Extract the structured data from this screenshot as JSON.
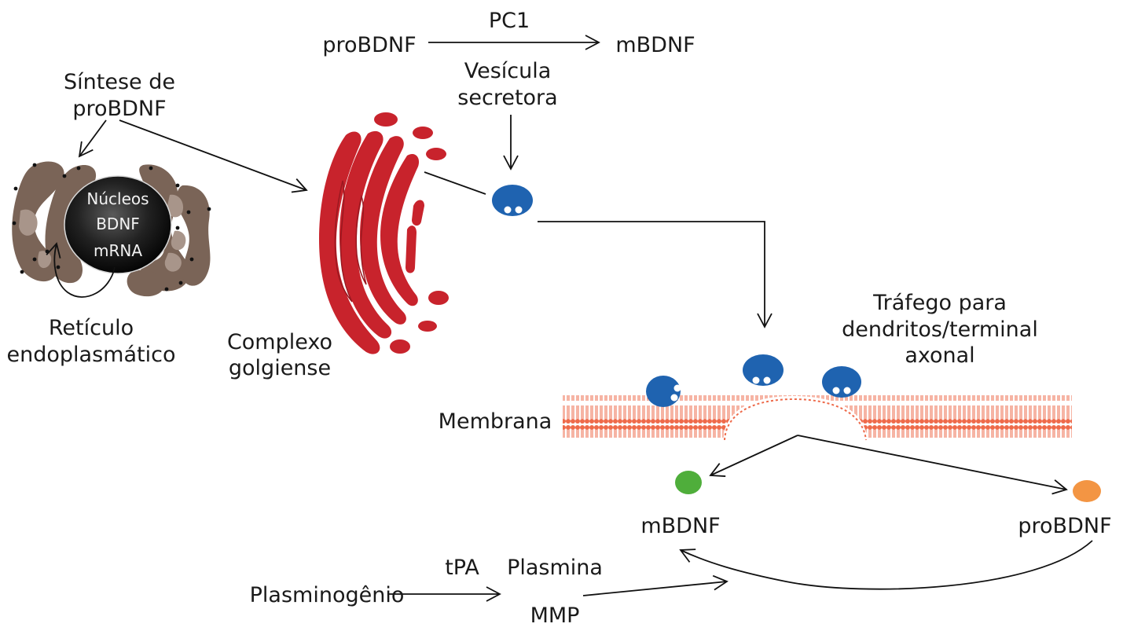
{
  "labels": {
    "pc1": "PC1",
    "probdnf_top": "proBDNF",
    "mbdnf_top": "mBDNF",
    "vesicula_line1": "Vesícula",
    "vesicula_line2": "secretora",
    "sintese_line1": "Síntese de",
    "sintese_line2": "proBDNF",
    "nucleo_line1": "Núcleos",
    "nucleo_line2": "BDNF",
    "nucleo_line3": "mRNA",
    "reticulo_line1": "Retículo",
    "reticulo_line2": "endoplasmático",
    "golgi_line1": "Complexo",
    "golgi_line2": "golgiense",
    "trafego_line1": "Tráfego para",
    "trafego_line2": "dendritos/terminal",
    "trafego_line3": "axonal",
    "membrana": "Membrana",
    "mbdnf_bottom": "mBDNF",
    "probdnf_bottom": "proBDNF",
    "tpa": "tPA",
    "plasmina": "Plasmina",
    "plasminogenio": "Plasminogênio",
    "mmp": "MMP"
  },
  "colors": {
    "er": "#7a6457",
    "er_light": "#a8958a",
    "golgi": "#c8232c",
    "golgi_dark": "#9a1820",
    "vesicle": "#1f63b0",
    "membrane": "#ee6a4a",
    "mbdnf": "#4fae3b",
    "probdnf": "#f39543",
    "nucleus": "#1a1a1a"
  },
  "icons": [
    "endoplasmic-reticulum-icon",
    "nucleus-icon",
    "golgi-apparatus-icon",
    "secretory-vesicle-icon",
    "membrane-bilayer-icon"
  ]
}
